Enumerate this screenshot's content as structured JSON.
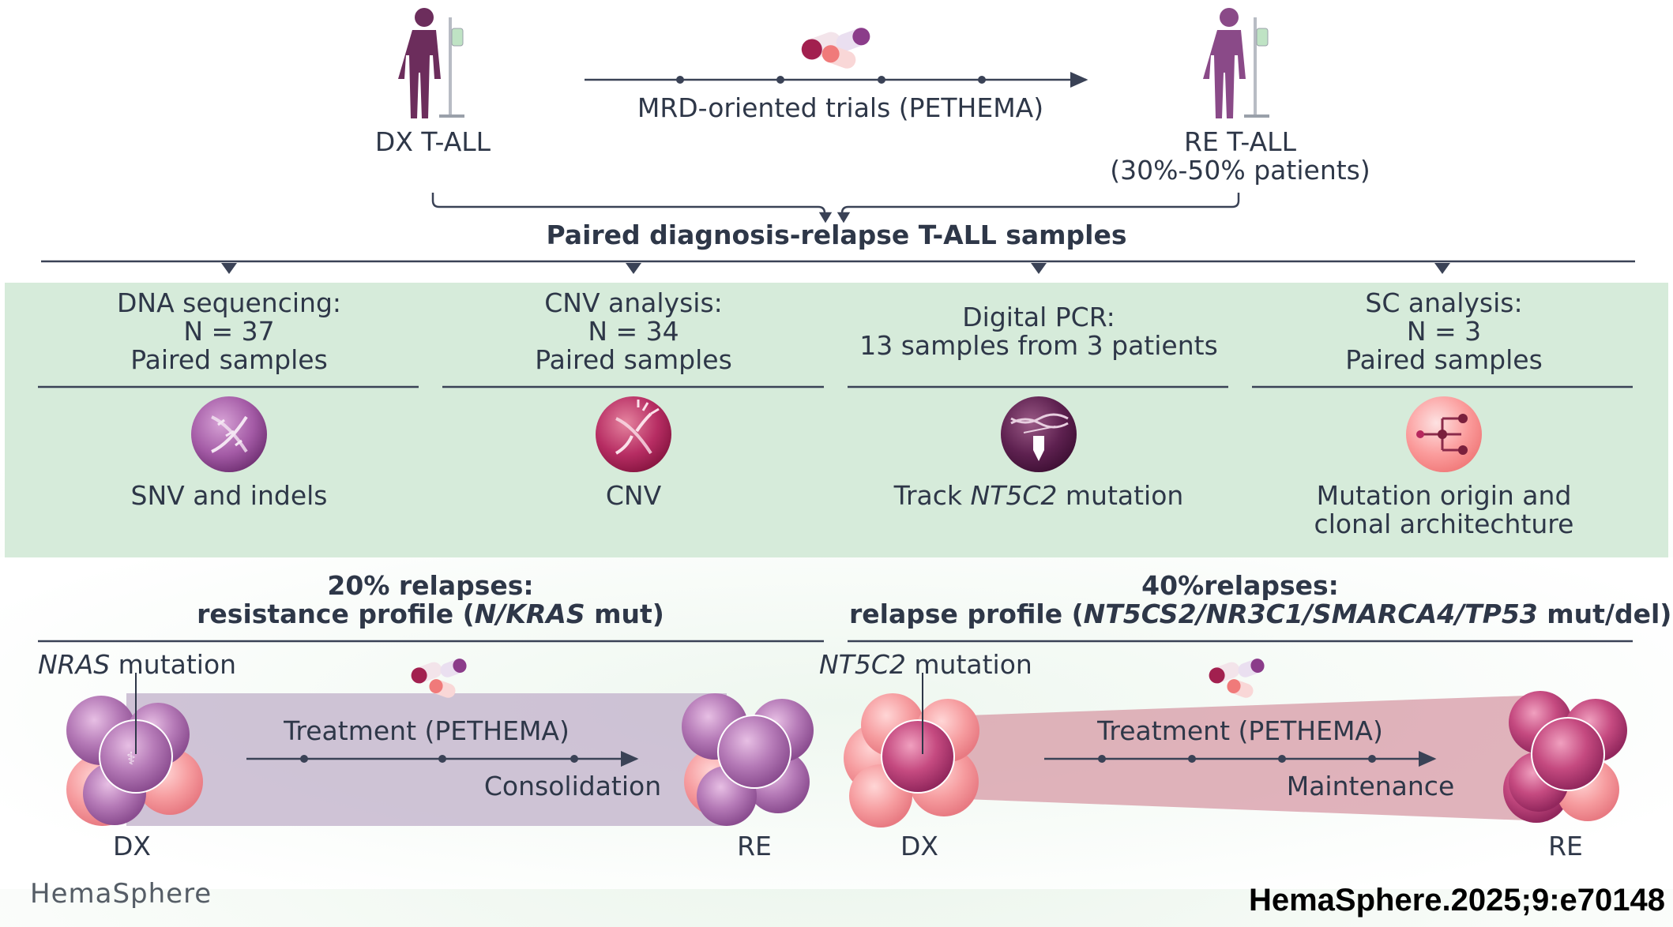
{
  "top": {
    "dx_label": "DX T-ALL",
    "re_label": "RE T-ALL",
    "re_sub": "(30%-50% patients)",
    "trials_label": "MRD-oriented trials (PETHEMA)",
    "paired_title": "Paired diagnosis-relapse T-ALL samples"
  },
  "columns": [
    {
      "l1": "DNA sequencing:",
      "l2": "N = 37",
      "l3": "Paired samples",
      "icon": "dna-icon",
      "result": "SNV and indels"
    },
    {
      "l1": "CNV analysis:",
      "l2": "N = 34",
      "l3": "Paired samples",
      "icon": "dna-break-icon",
      "result": "CNV"
    },
    {
      "l1": "Digital PCR:",
      "l2": "13 samples from 3 patients",
      "icon": "pcr-tube-icon",
      "result_pre": "Track ",
      "result_it": "NT5C2",
      "result_post": " mutation"
    },
    {
      "l1": "SC analysis:",
      "l2": "N = 3",
      "l3": "Paired samples",
      "icon": "clonal-tree-icon",
      "result": "Mutation origin and",
      "result2": "clonal architechture"
    }
  ],
  "left_panel": {
    "title1": "20% relapses:",
    "title2_pre": "resistance profile (",
    "title2_it": "N/KRAS",
    "title2_post": " mut)",
    "mut_it": "NRAS",
    "mut_post": " mutation",
    "treatment": "Treatment (PETHEMA)",
    "phase": "Consolidation",
    "dx": "DX",
    "re": "RE"
  },
  "right_panel": {
    "title1": "40%relapses:",
    "title2_pre": "relapse profile (",
    "title2_it": "NT5CS2/NR3C1/SMARCA4/TP53",
    "title2_post": " mut/del)",
    "mut_it": "NT5C2",
    "mut_post": " mutation",
    "treatment": "Treatment (PETHEMA)",
    "phase": "Maintenance",
    "dx": "DX",
    "re": "RE"
  },
  "footer": {
    "logo": "HemaSphere",
    "citation": "HemaSphere.2025;9:e70148"
  },
  "colors": {
    "green_band": "#d6ebda",
    "line": "#3a4256",
    "purple": "#9a4f9e",
    "magenta": "#b0285e",
    "dark_plum": "#5a1f4a",
    "salmon": "#f48a8a"
  }
}
